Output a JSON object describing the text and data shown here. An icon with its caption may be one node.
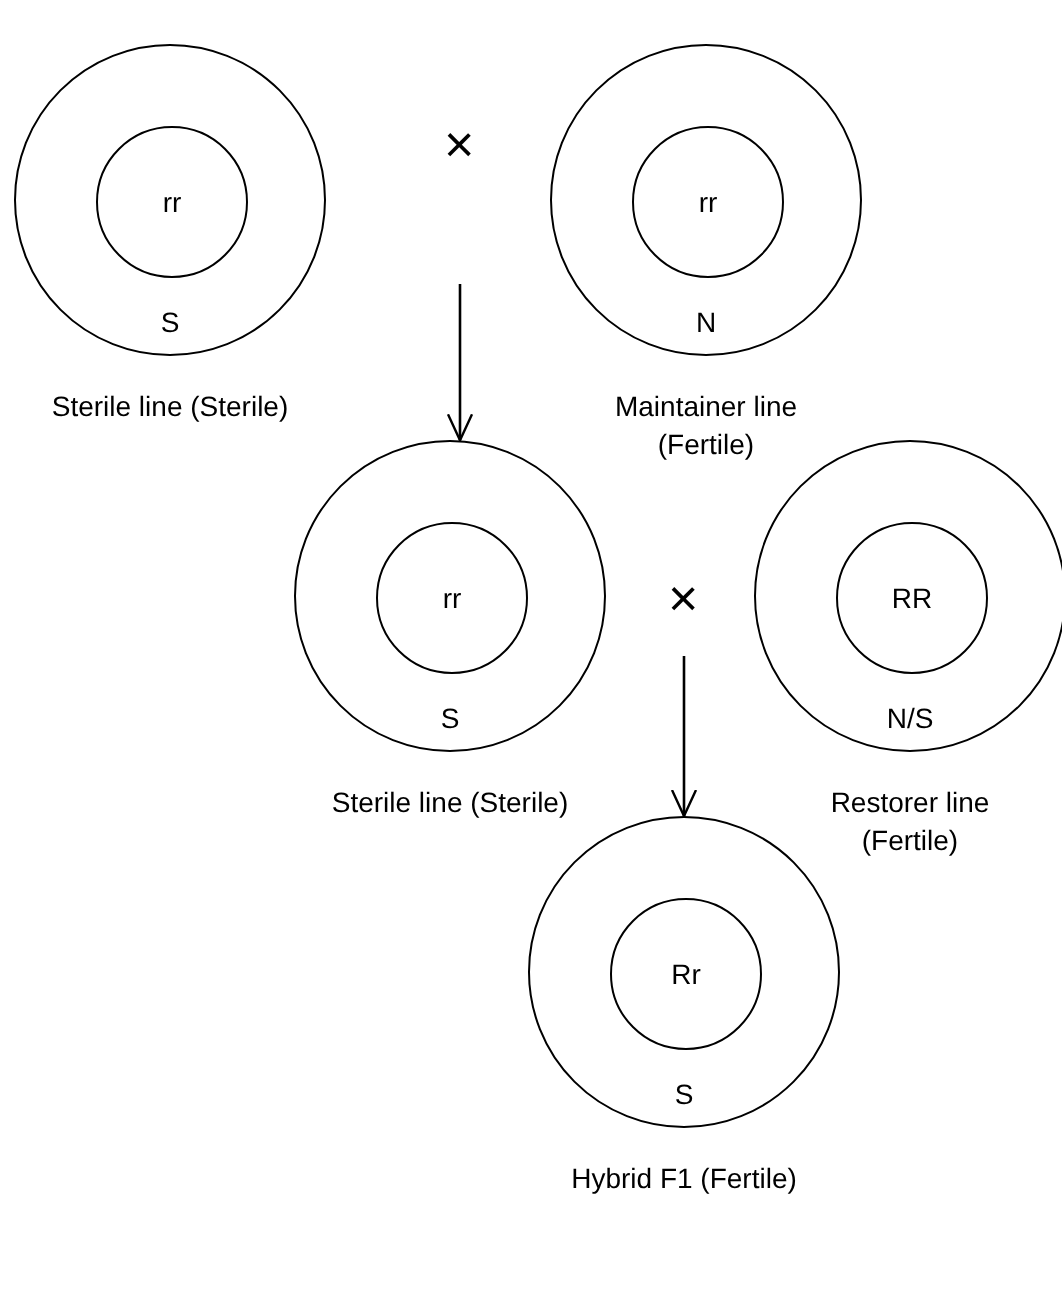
{
  "diagram": {
    "nodes": [
      {
        "text": [
          "S"
        ],
        "beside": [
          "Sterile line (Sterile)"
        ]
      },
      {
        "text": [
          "rr"
        ],
        "in": 0
      },
      {
        "text": [
          "N"
        ],
        "beside": [
          "Maintainer line (Fertile)"
        ]
      },
      {
        "text": [
          "rr"
        ],
        "in": 2
      },
      {
        "text": [
          "S"
        ],
        "beside": [
          "Sterile line (Sterile)"
        ]
      },
      {
        "text": [
          "rr"
        ],
        "in": 4
      },
      {
        "text": [
          "N/S"
        ],
        "beside": [
          "Restorer line (Fertile)"
        ]
      },
      {
        "text": [
          "RR"
        ],
        "in": 6
      },
      {
        "text": [
          "S"
        ],
        "beside": [
          "Hybrid F1 (Fertile)"
        ]
      },
      {
        "text": [
          "Rr"
        ],
        "in": 8
      }
    ],
    "edges": [
      {
        "from": null,
        "to": 4,
        "arrow": "to"
      },
      {
        "from": null,
        "to": 8,
        "arrow": "to"
      }
    ],
    "labels": [
      "×",
      "×"
    ]
  }
}
